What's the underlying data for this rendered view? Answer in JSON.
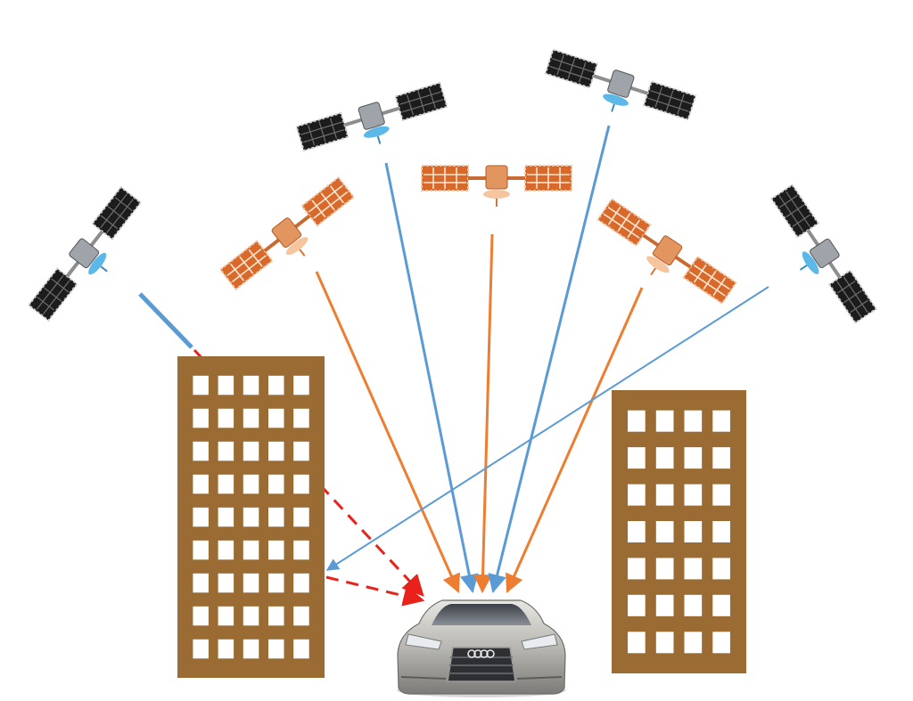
{
  "colors": {
    "background": "#ffffff",
    "building": "#9a6b33",
    "window": "#ffffff",
    "signal_blue": "#5b9bd5",
    "signal_orange": "#ed7d31",
    "signal_blocked": "#e8211b",
    "satellite_dark_panel": "#1c1c1c",
    "satellite_orange_panel": "#d9692a",
    "car_body": "#b9b7b2"
  },
  "satellites": [
    {
      "id": "sat-far-left",
      "style": "dark"
    },
    {
      "id": "sat-left",
      "style": "orange"
    },
    {
      "id": "sat-mid-left",
      "style": "dark"
    },
    {
      "id": "sat-center",
      "style": "orange"
    },
    {
      "id": "sat-mid-right",
      "style": "dark"
    },
    {
      "id": "sat-right",
      "style": "orange"
    },
    {
      "id": "sat-far-right",
      "style": "dark"
    }
  ],
  "signals": [
    {
      "id": "signal-blocked-left",
      "kind": "blocked-multipath"
    },
    {
      "id": "signal-orange-left",
      "kind": "orange-direct"
    },
    {
      "id": "signal-blue-mid-left",
      "kind": "blue-direct"
    },
    {
      "id": "signal-orange-center",
      "kind": "orange-direct"
    },
    {
      "id": "signal-blue-mid-right",
      "kind": "blue-direct"
    },
    {
      "id": "signal-orange-right",
      "kind": "orange-direct"
    },
    {
      "id": "signal-blue-far-right",
      "kind": "blue-reflected"
    }
  ],
  "buildings": [
    {
      "id": "building-left",
      "rows": 9,
      "cols": 5
    },
    {
      "id": "building-right",
      "rows": 7,
      "cols": 4
    }
  ],
  "receiver": {
    "id": "car",
    "icon": "car-icon"
  }
}
